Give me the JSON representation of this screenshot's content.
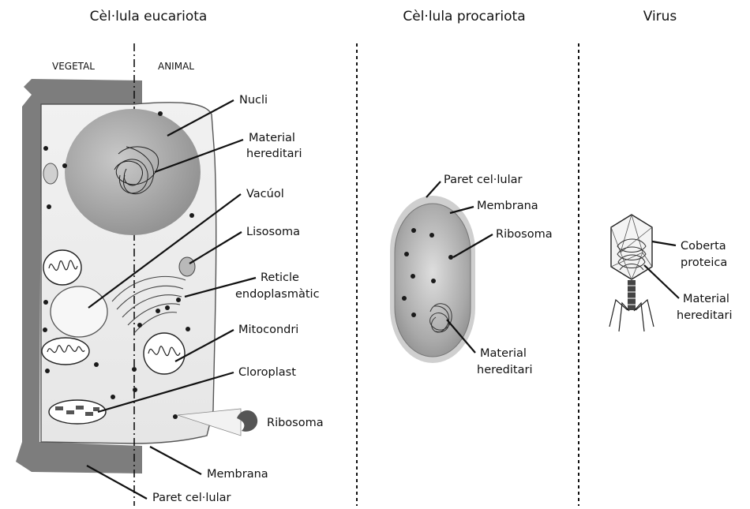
{
  "headings": {
    "eukaryote": "Cèl·lula eucariota",
    "prokaryote": "Cèl·lula procariota",
    "virus": "Virus"
  },
  "eukaryote": {
    "side_plant": "VEGETAL",
    "side_animal": "ANIMAL",
    "labels": {
      "nucleus": "Nucli",
      "genetic_1": "Material",
      "genetic_2": "hereditari",
      "vacuole": "Vacúol",
      "lysosome": "Lisosoma",
      "er_1": "Reticle",
      "er_2": "endoplasmàtic",
      "mitochondrion": "Mitocondri",
      "chloroplast": "Cloroplast",
      "ribosome": "Ribosoma",
      "membrane": "Membrana",
      "cell_wall": "Paret cel·lular"
    }
  },
  "prokaryote": {
    "labels": {
      "cell_wall": "Paret cel·lular",
      "membrane": "Membrana",
      "ribosome": "Ribosoma",
      "genetic_1": "Material",
      "genetic_2": "hereditari"
    }
  },
  "virus": {
    "labels": {
      "capsid_1": "Coberta",
      "capsid_2": "proteica",
      "genetic_1": "Material",
      "genetic_2": "hereditari"
    }
  }
}
